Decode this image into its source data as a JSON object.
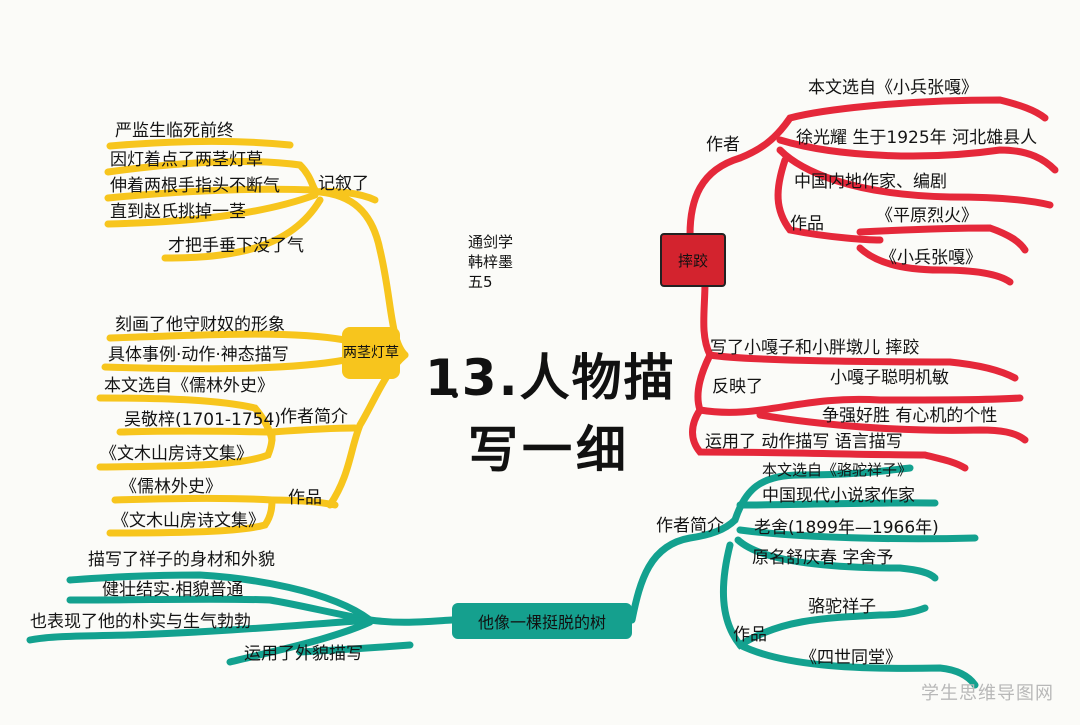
{
  "center": {
    "title_line1": "13.人物描",
    "title_line2": "写一细"
  },
  "student": {
    "line1": "通剑学",
    "line2": "韩梓墨",
    "line3": "五5"
  },
  "yellow_branch": {
    "node": "两茎灯草",
    "recorded": {
      "label": "记叙了",
      "items": [
        "严监生临死前终",
        "因灯着点了两茎灯草",
        "伸着两根手指头不断气",
        "直到赵氏挑掉一茎",
        "才把手垂下没了气"
      ]
    },
    "character": "刻画了他守财奴的形象",
    "technique": "具体事例·动作·神态描写",
    "author_intro": {
      "label": "作者简介",
      "items": [
        "本文选自《儒林外史》",
        "吴敬梓(1701-1754)",
        "《文木山房诗文集》"
      ]
    },
    "works": {
      "label": "作品",
      "items": [
        "《儒林外史》",
        "《文木山房诗文集》"
      ]
    }
  },
  "red_branch": {
    "node": "摔跤",
    "author": {
      "label": "作者",
      "items": [
        "本文选自《小兵张嘎》",
        "徐光耀 生于1925年 河北雄县人",
        "中国内地作家、编剧"
      ],
      "works": {
        "label": "作品",
        "items": [
          "《平原烈火》",
          "《小兵张嘎》"
        ]
      }
    },
    "wrote": "写了小嘎子和小胖墩儿 摔跤",
    "reflected": {
      "label": "反映了",
      "items": [
        "小嘎子聪明机敏",
        "争强好胜 有心机的个性"
      ]
    },
    "used": "运用了 动作描写 语言描写"
  },
  "teal_branch": {
    "node": "他像一棵挺脱的树",
    "author_intro": {
      "label": "作者简介",
      "items": [
        "本文选自《骆驼祥子》",
        "中国现代小说家作家",
        "老舍(1899年—1966年)",
        "原名舒庆春 字舍予"
      ],
      "works": {
        "label": "作品",
        "items": [
          "骆驼祥子",
          "《四世同堂》"
        ]
      }
    },
    "left_items": [
      "描写了祥子的身材和外貌",
      "健壮结实·相貌普通",
      "也表现了他的朴实与生气勃勃",
      "运用了外貌描写"
    ]
  },
  "watermark": "学生思维导图网",
  "colors": {
    "yellow": "#f7c51d",
    "red": "#e5283a",
    "teal": "#13a18f"
  }
}
